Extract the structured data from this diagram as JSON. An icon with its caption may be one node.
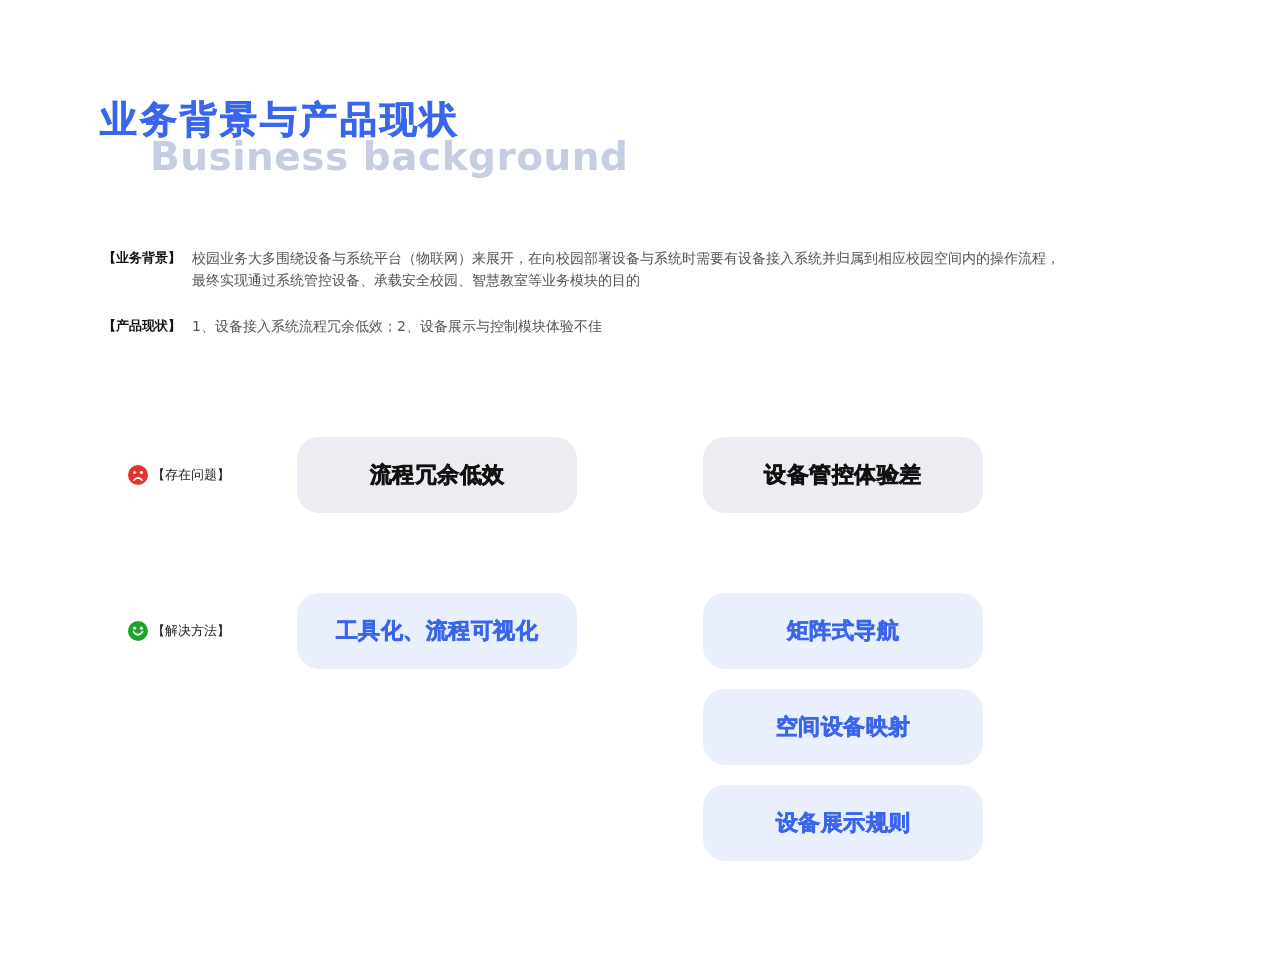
{
  "diagram": {
    "title": "业务背景与产品现状",
    "nodes": [
      {
        "text": [
          "流程冗余低效"
        ]
      },
      {
        "text": [
          "设备管控体验差"
        ]
      },
      {
        "text": [
          "工具化、流程可视化"
        ]
      },
      {
        "text": [
          "矩阵式导航"
        ]
      },
      {
        "text": [
          "空间设备映射"
        ]
      },
      {
        "text": [
          "设备展示规则"
        ]
      }
    ],
    "labels": [
      "Business background",
      "【业务背景】",
      "校园业务大多围绕设备与系统平台（物联网）来展开，在向校园部署设备与系统时需要有设备接入系统并归属到相应校园空间内的操作流程，最终实现通过系统管控设备、承载安全校园、智慧教室等业务模块的目的",
      "【产品现状】",
      "1、设备接入系统流程冗余低效；2、设备展示与控制模块体验不佳",
      "【存在问题】",
      "【解决方法】"
    ]
  }
}
